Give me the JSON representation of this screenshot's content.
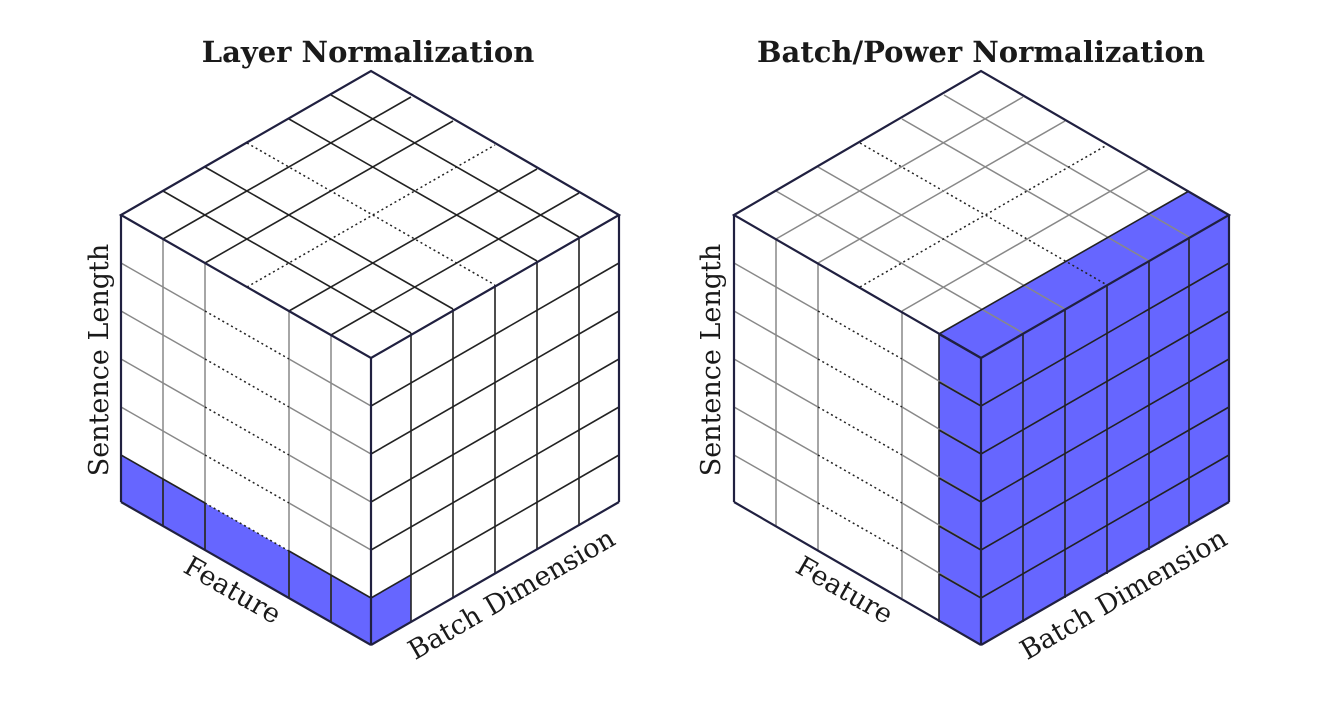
{
  "panels": [
    {
      "title": "Layer Normalization",
      "labels": {
        "feature": "Feature",
        "batch": "Batch Dimension",
        "sentence": "Sentence Length"
      },
      "highlight": "bottom-row"
    },
    {
      "title": "Batch/Power Normalization",
      "labels": {
        "feature": "Feature",
        "batch": "Batch Dimension",
        "sentence": "Sentence Length"
      },
      "highlight": "right-face"
    }
  ],
  "colors": {
    "highlight": "#6666ff",
    "edge": "#202040"
  }
}
